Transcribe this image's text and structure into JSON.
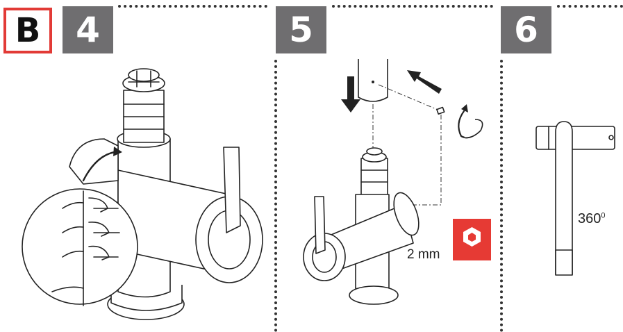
{
  "section": {
    "label": "B"
  },
  "steps": [
    {
      "number": "4"
    },
    {
      "number": "5"
    },
    {
      "number": "6"
    }
  ],
  "step5": {
    "tool_size": "2 mm",
    "tool_icon": "hex-key-icon"
  },
  "step6": {
    "rotation": "360",
    "rotation_unit": "0"
  },
  "colors": {
    "accent_red": "#e23a36",
    "step_gray": "#6f6e70",
    "ink": "#222222"
  }
}
